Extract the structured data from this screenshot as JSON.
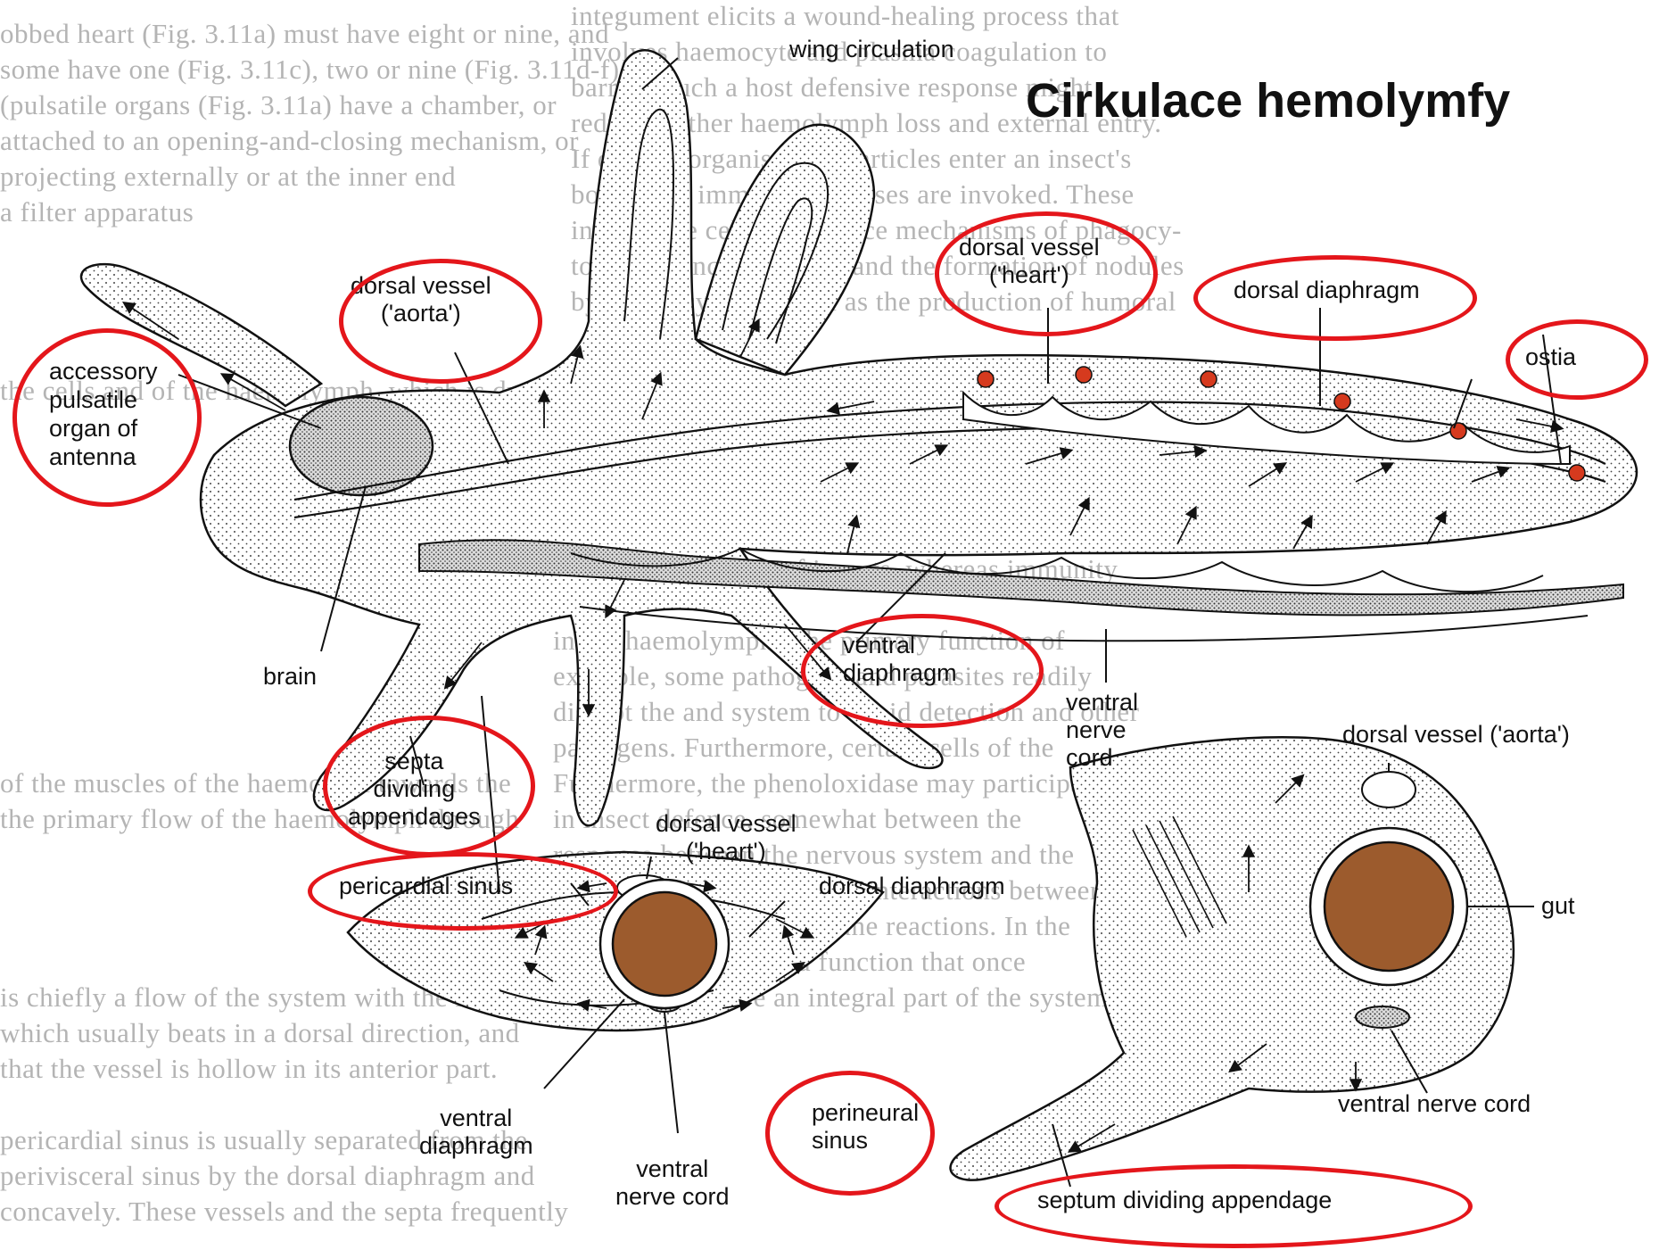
{
  "title": "Cirkulace hemolymfy",
  "labels": {
    "wing_circulation": "wing circulation",
    "dorsal_vessel_aorta": "dorsal vessel\n('aorta')",
    "accessory_organ": "accessory\npulsatile\norgan of\nantenna",
    "dorsal_vessel_heart_top": "dorsal vessel\n('heart')",
    "dorsal_diaphragm_top": "dorsal diaphragm",
    "ostia": "ostia",
    "brain": "brain",
    "ventral_diaphragm_mid": "ventral\ndiaphragm",
    "ventral_nerve_cord_mid": "ventral\nnerve\ncord",
    "septa": "septa\ndividing\nappendages",
    "dorsal_vessel_heart_bottom": "dorsal vessel\n('heart')",
    "pericardial_sinus": "pericardial sinus",
    "dorsal_diaphragm_bottom": "dorsal diaphragm",
    "ventral_diaphragm_bottom": "ventral\ndiaphragm",
    "ventral_nerve_cord_bottom": "ventral\nnerve cord",
    "perineural_sinus": "perineural\nsinus",
    "dorsal_vessel_aorta_right": "dorsal vessel ('aorta')",
    "gut": "gut",
    "ventral_nerve_cord_right": "ventral nerve cord",
    "septum": "septum dividing appendage"
  },
  "colors": {
    "highlight": "#e4161b",
    "ostia": "#d63a1e",
    "gut": "#9c5b2d"
  }
}
